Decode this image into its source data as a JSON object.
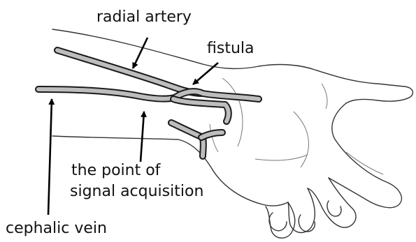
{
  "labels": {
    "radial_artery": "radial artery",
    "fistula": "fistula",
    "signal_point_line1": "the point of",
    "signal_point_line2": "signal acquisition",
    "cephalic_vein": "cephalic vein"
  },
  "colors": {
    "vessel_fill": "#bdbdbd",
    "vessel_outline": "#1a1a1a",
    "skin_outline": "#333333",
    "text": "#111111",
    "background": "#ffffff"
  }
}
